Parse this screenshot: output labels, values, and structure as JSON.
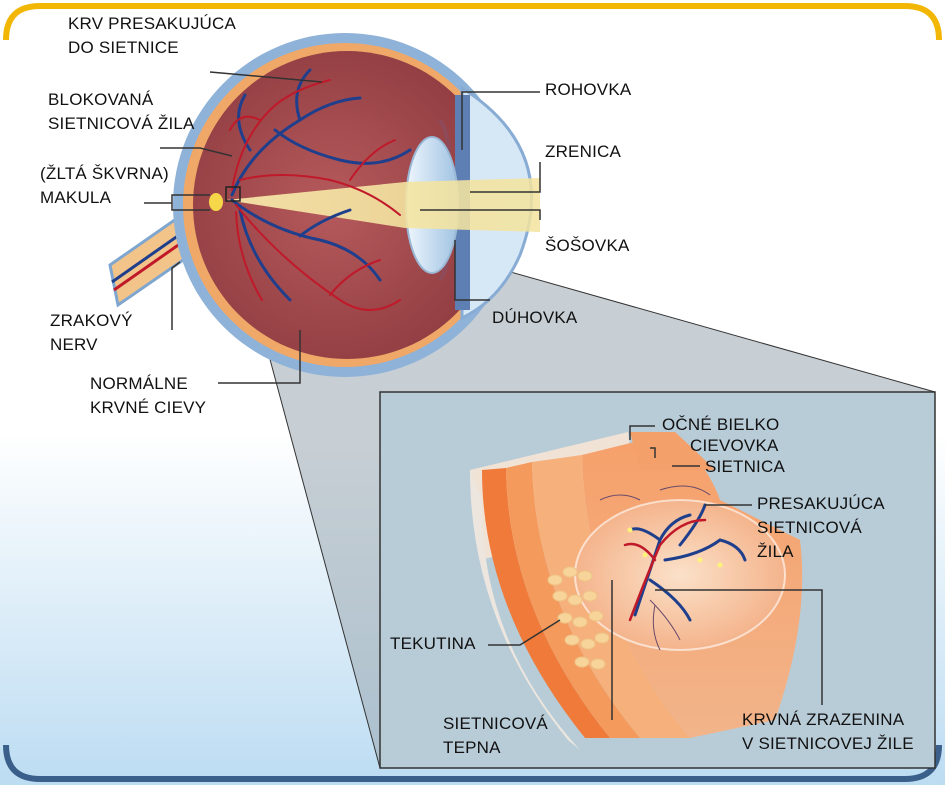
{
  "labels": {
    "krv_presakujuca": [
      "KRV PRESAKUJÚCA",
      "DO SIETNICE"
    ],
    "blokovana_zila": [
      "BLOKOVANÁ",
      "SIETNICOVÁ ŽILA"
    ],
    "makula": [
      "(ŽLTÁ ŠKVRNA)",
      "MAKULA"
    ],
    "zrakovy_nerv": [
      "ZRAKOVÝ",
      "NERV"
    ],
    "normalne_cievy": [
      "NORMÁLNE",
      "KRVNÉ CIEVY"
    ],
    "rohovka": "ROHOVKA",
    "zrenica": "ZRENICA",
    "sosovka": "ŠOŠOVKA",
    "duhovka": "DÚHOVKA",
    "ocne_bielko": "OČNÉ BIELKO",
    "cievovka": "CIEVOVKA",
    "sietnica": "SIETNICA",
    "presakujuca_zila": [
      "PRESAKUJÚCA",
      "SIETNICOVÁ",
      "ŽILA"
    ],
    "tekutina": "TEKUTINA",
    "sietnicova_tepna": [
      "SIETNICOVÁ",
      "TEPNA"
    ],
    "krvna_zrazenina": [
      "KRVNÁ ZRAZENINA",
      "V SIETNICOVEJ ŽILE"
    ]
  },
  "colors": {
    "frame_top": "#f2b705",
    "frame_bottom": "#3a5f8a",
    "background_gradient": "#cfe6f6",
    "inset_panel": "#b8ccd8",
    "eye_interior": "#a0444a",
    "sclera": "#8fb2d8",
    "vein": "#1f3f8c",
    "artery": "#c0192a",
    "retina_orange": "#f08a4a"
  }
}
